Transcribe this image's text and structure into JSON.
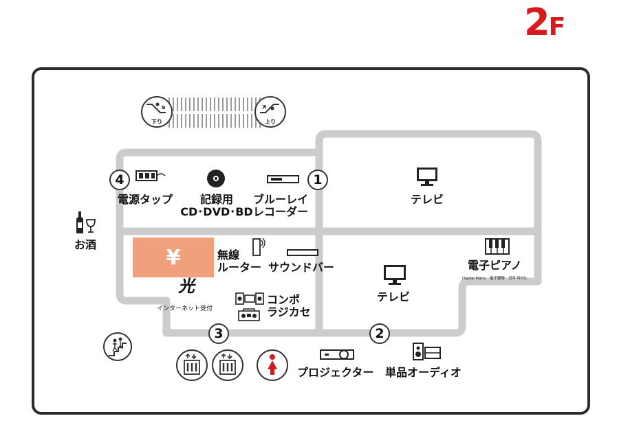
{
  "floor": {
    "number": "2",
    "suffix": "F"
  },
  "escalators": {
    "down_label": "下り",
    "up_label": "上り"
  },
  "sections": {
    "power_strip": "電源タップ",
    "recording_media_line1": "記録用",
    "recording_media_line2": "CD･DVD･BD",
    "bluray_line1": "ブルーレイ",
    "bluray_line2": "レコーダー",
    "tv_top": "テレビ",
    "liquor": "お酒",
    "router_line1": "無線",
    "router_line2": "ルーター",
    "soundbar": "サウンドバー",
    "tv_middle": "テレビ",
    "piano": "電子ピアノ",
    "piano_sub": "Digital Piano　電子鋼琴　전자 피아노",
    "component_line1": "コンポ",
    "component_line2": "ラジカセ",
    "hikari_logo": "光",
    "internet_counter": "インターネット受付",
    "projector": "プロジェクター",
    "audio": "単品オーディオ",
    "cashier_symbol": "¥"
  },
  "markers": [
    "1",
    "2",
    "3",
    "4"
  ],
  "colors": {
    "accent": "#d71920",
    "cashier": "#f0a07a",
    "walkway": "#cccccc",
    "frame": "#2b2b2b"
  },
  "icons": [
    "escalator-down-icon",
    "escalator-up-icon",
    "power-strip-icon",
    "disc-icon",
    "bluray-player-icon",
    "tv-icon",
    "liquor-icon",
    "router-icon",
    "soundbar-icon",
    "piano-icon",
    "stereo-component-icon",
    "radio-cassette-icon",
    "stairs-icon",
    "elevator-icon",
    "restroom-icon",
    "projector-icon",
    "speaker-icon"
  ]
}
